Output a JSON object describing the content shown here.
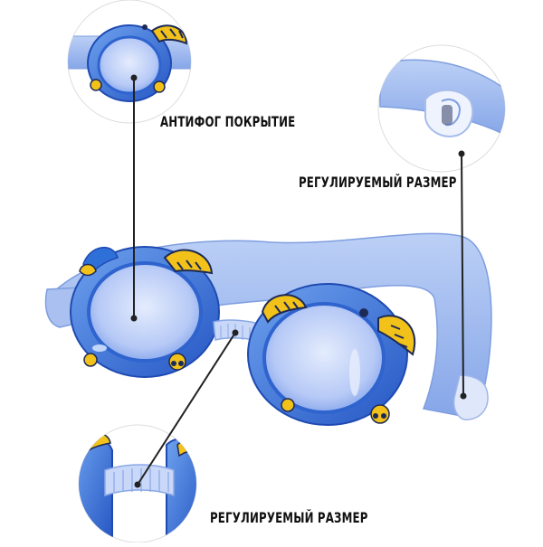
{
  "callouts": {
    "antifog": "АНТИФОГ ПОКРЫТИЕ",
    "adjustable_size_top": "РЕГУЛИРУЕМЫЙ РАЗМЕР",
    "adjustable_size_bottom": "РЕГУЛИРУЕМЫЙ РАЗМЕР"
  },
  "colors": {
    "frame_blue": "#2f6fd8",
    "frame_light": "#6ea2ee",
    "lens_blue": "#b6c9f6",
    "strap_blue": "#9bb7ee",
    "accent_yellow": "#f2c21a",
    "callout_line": "#222222"
  }
}
